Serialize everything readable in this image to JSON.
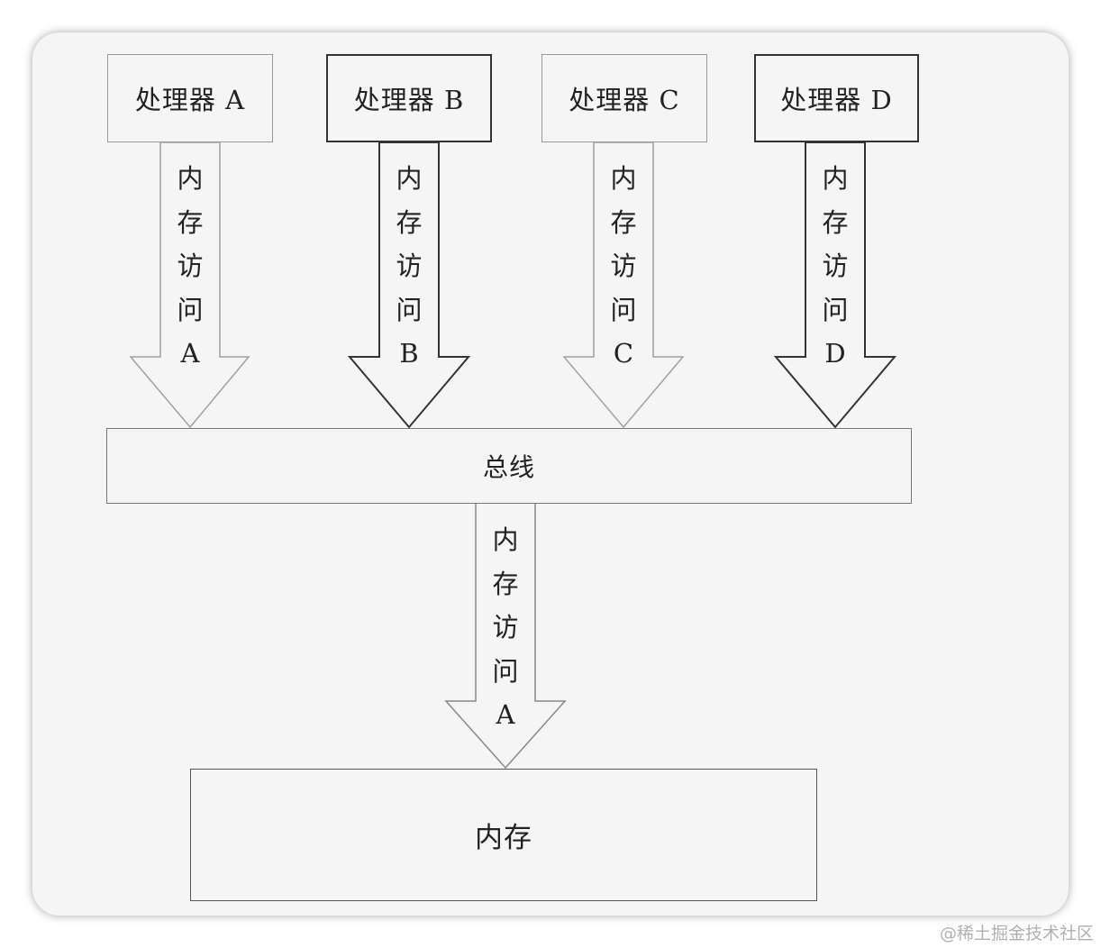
{
  "processors": [
    {
      "label": "处理器 A",
      "arrow_label": "内\n存\n访\n问\nA"
    },
    {
      "label": "处理器 B",
      "arrow_label": "内\n存\n访\n问\nB"
    },
    {
      "label": "处理器 C",
      "arrow_label": "内\n存\n访\n问\nC"
    },
    {
      "label": "处理器 D",
      "arrow_label": "内\n存\n访\n问\nD"
    }
  ],
  "bus": {
    "label": "总线"
  },
  "bus_to_memory": {
    "arrow_label": "内\n存\n访\n问\nA"
  },
  "memory": {
    "label": "内存"
  },
  "watermark": "@稀土掘金技术社区"
}
